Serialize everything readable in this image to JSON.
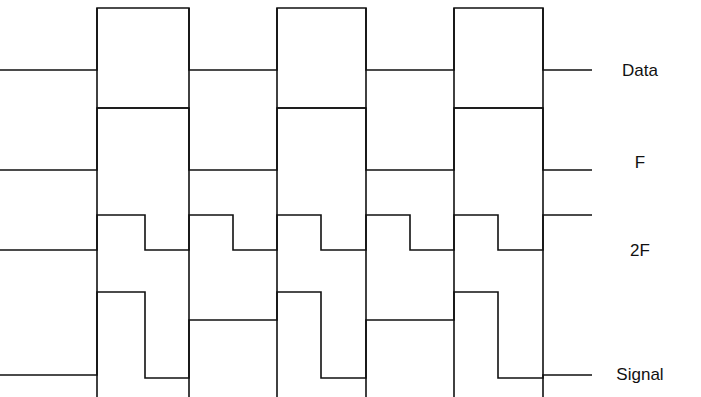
{
  "diagram": {
    "labels": [
      "Data",
      "F",
      "2F",
      "Signal"
    ]
  }
}
